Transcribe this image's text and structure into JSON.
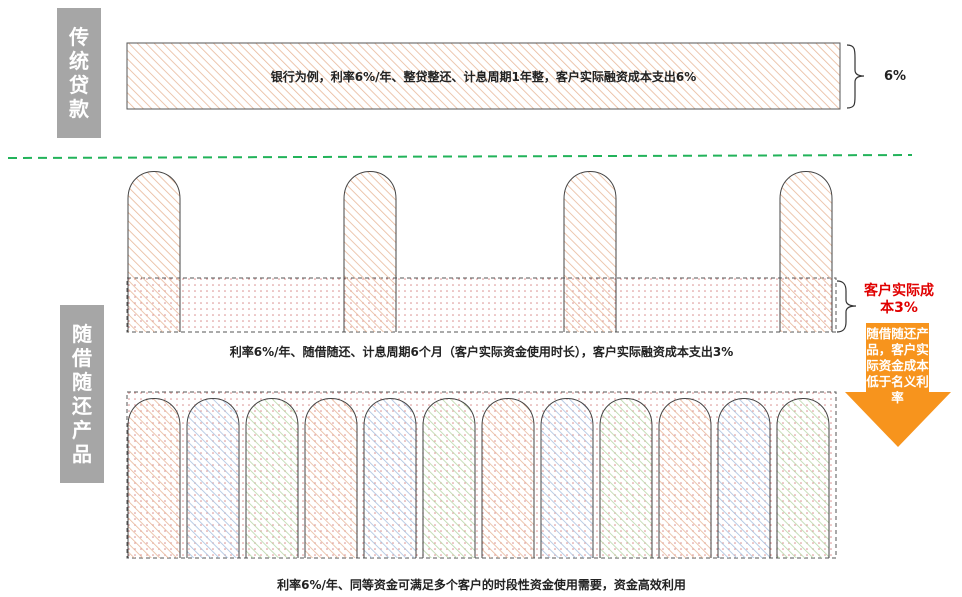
{
  "sections": {
    "traditional": "传统贷款",
    "flexible": "随借随还产品"
  },
  "traditional_bar": {
    "text": "银行为例，利率6%/年、整贷整还、计息周期1年整，客户实际融资成本支出6%",
    "cost": "6%"
  },
  "flexible_row1": {
    "caption": "利率6%/年、随借随还、计息周期6个月（客户实际资金使用时长），客户实际融资成本支出3%",
    "cost_label": "客户实际成本3%"
  },
  "flexible_row2": {
    "caption": "利率6%/年、同等资金可满足多个客户的时段性资金使用需要，资金高效利用"
  },
  "arrow": {
    "text": "随借随还产品，客户实际资金成本低于名义利率"
  },
  "colors": {
    "gray_box": "#a6a6a6",
    "orange_hatch": "#e8b89a",
    "blue_hatch": "#a9c1e0",
    "green_hatch": "#b9d7a8",
    "dots": "#d88a8a",
    "divider": "#22b35a",
    "arrow": "#f7941d",
    "red_text": "#e00000"
  }
}
